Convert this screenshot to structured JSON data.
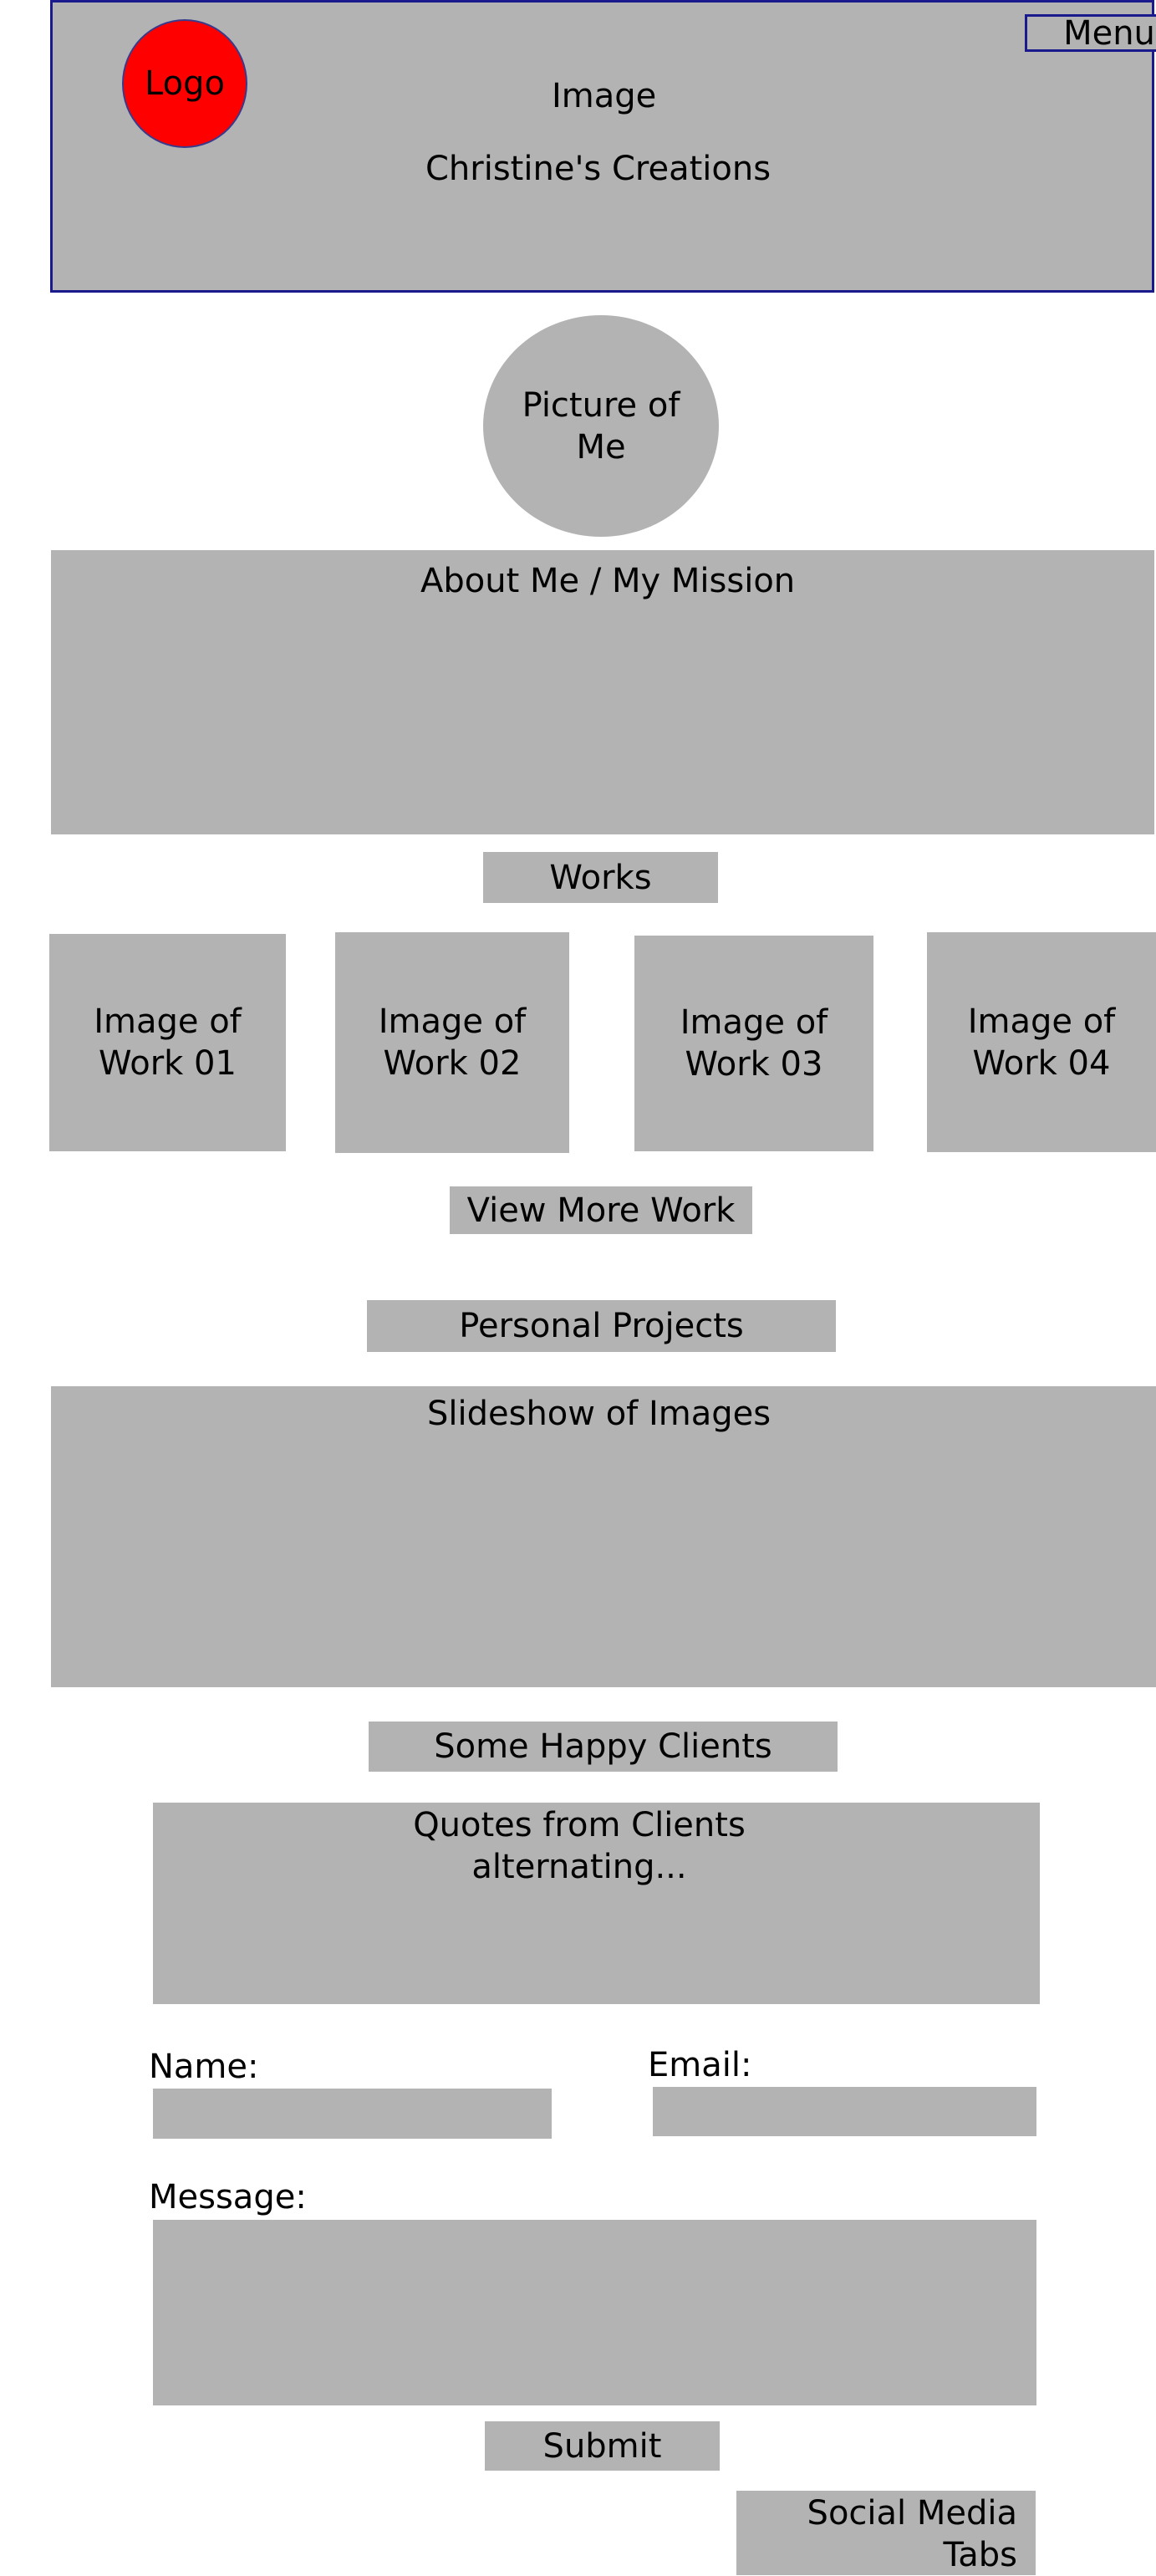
{
  "header": {
    "logo_label": "Logo",
    "menu_label": "Menu",
    "hero_label": "Image",
    "site_title": "Christine's Creations"
  },
  "profile": {
    "picture_label": "Picture of Me"
  },
  "about": {
    "title": "About Me / My Mission"
  },
  "works": {
    "heading": "Works",
    "items": [
      {
        "label": "Image of Work 01"
      },
      {
        "label": "Image of Work 02"
      },
      {
        "label": "Image of Work 03"
      },
      {
        "label": "Image of Work 04"
      }
    ],
    "view_more_label": "View More Work"
  },
  "personal": {
    "heading": "Personal Projects",
    "slideshow_label": "Slideshow of Images"
  },
  "clients": {
    "heading": "Some Happy Clients",
    "quotes_label": "Quotes from Clients alternating..."
  },
  "contact": {
    "name_label": "Name:",
    "email_label": "Email:",
    "message_label": "Message:",
    "submit_label": "Submit"
  },
  "footer": {
    "social_label": "Social Media Tabs"
  }
}
